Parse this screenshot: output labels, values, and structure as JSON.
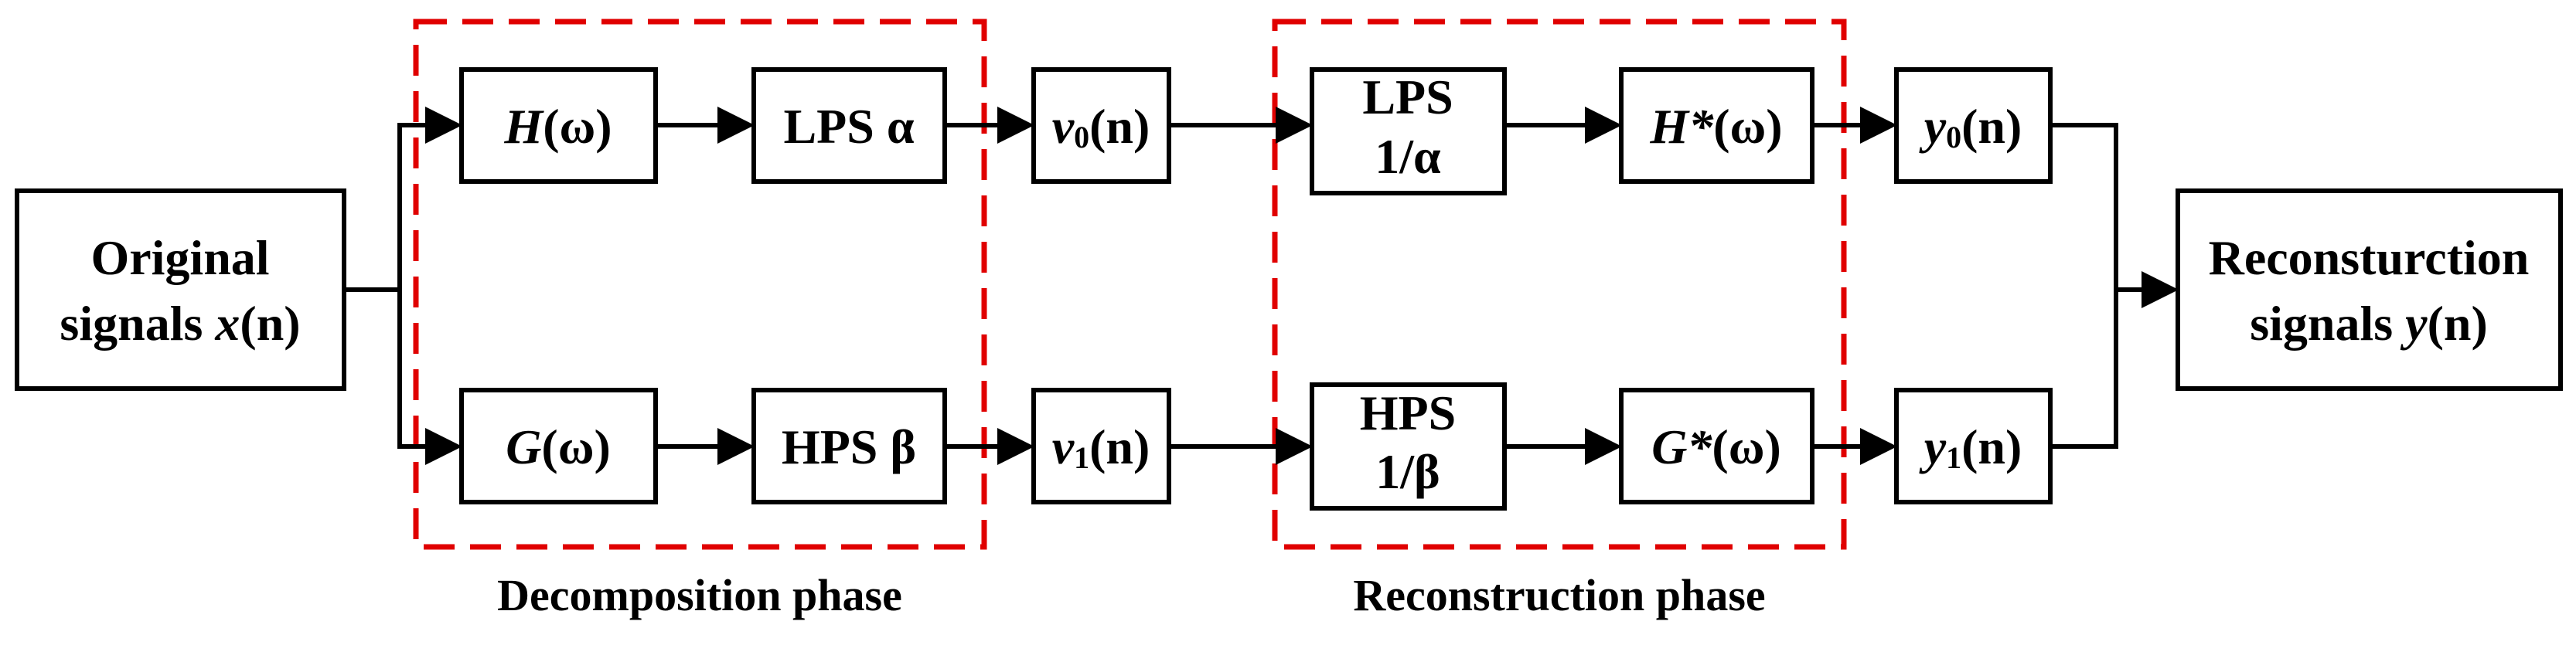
{
  "input_block": {
    "line1": "Original",
    "line2_prefix": "signals ",
    "line2_var": "x",
    "line2_suffix": "(n)"
  },
  "output_block": {
    "line1": "Reconsturction",
    "line2_prefix": "signals ",
    "line2_var": "y",
    "line2_suffix": "(n)"
  },
  "decomposition": {
    "h_filter": {
      "var": "H",
      "arg": "(ω)"
    },
    "g_filter": {
      "var": "G",
      "arg": "(ω)"
    },
    "lps": "LPS α",
    "hps": "HPS β",
    "caption": "Decomposition phase"
  },
  "coefficients": {
    "v0": {
      "var": "v",
      "sub": "0",
      "arg": "(n)"
    },
    "v1": {
      "var": "v",
      "sub": "1",
      "arg": "(n)"
    }
  },
  "reconstruction": {
    "lps_line1": "LPS",
    "lps_line2": "1/α",
    "hps_line1": "HPS",
    "hps_line2": "1/β",
    "h_star": {
      "var": "H*",
      "arg": "(ω)"
    },
    "g_star": {
      "var": "G*",
      "arg": "(ω)"
    },
    "caption": "Reconstruction phase"
  },
  "outputs": {
    "y0": {
      "var": "y",
      "sub": "0",
      "arg": "(n)"
    },
    "y1": {
      "var": "y",
      "sub": "1",
      "arg": "(n)"
    }
  },
  "colors": {
    "phase_border": "#e00000",
    "line": "#000000"
  }
}
